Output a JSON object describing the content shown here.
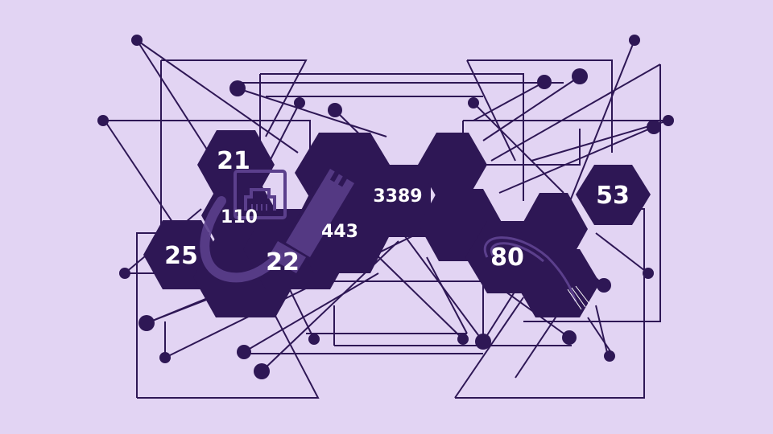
{
  "colors": {
    "background": "#e2d4f3",
    "ink": "#2e1755",
    "icon_overlay": "#5b3f8c"
  },
  "icons": [
    "ethernet-jack-icon",
    "ethernet-plug-icon",
    "cable-icon",
    "rj45-cable-end-icon"
  ],
  "ports": [
    {
      "label": "21"
    },
    {
      "label": "110"
    },
    {
      "label": "25"
    },
    {
      "label": "22"
    },
    {
      "label": "443"
    },
    {
      "label": "3389"
    },
    {
      "label": "80"
    },
    {
      "label": "53"
    }
  ]
}
